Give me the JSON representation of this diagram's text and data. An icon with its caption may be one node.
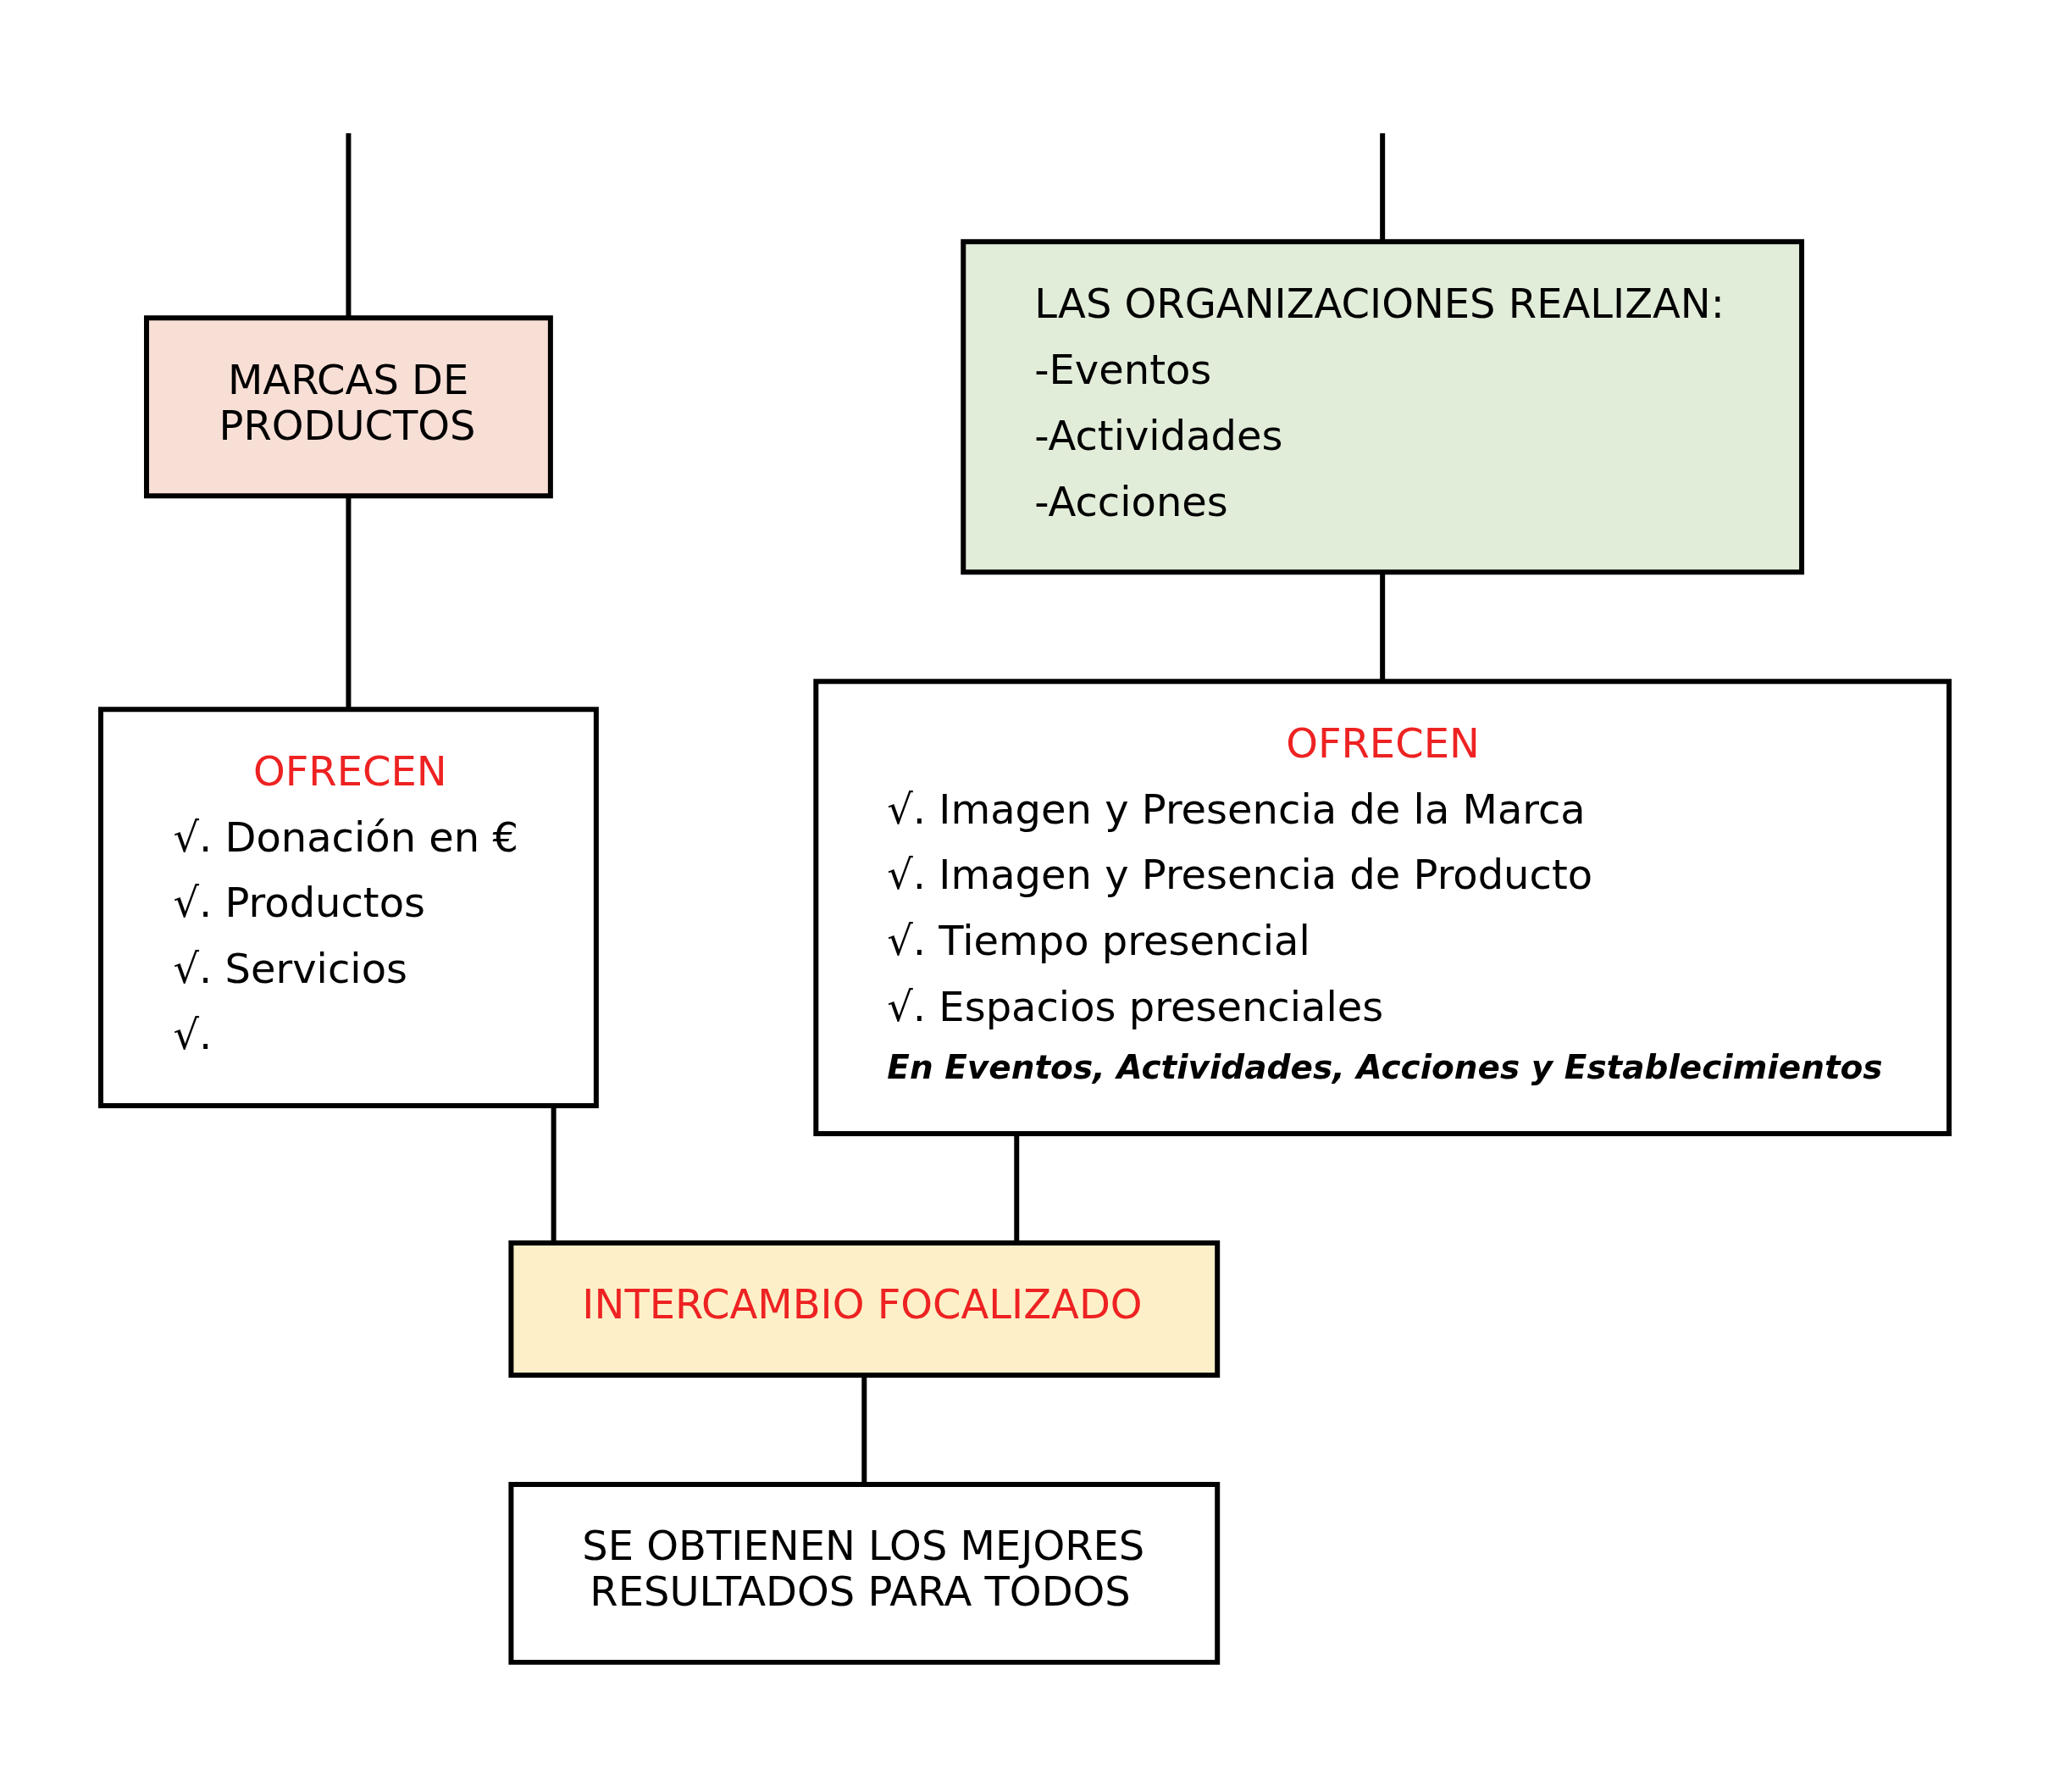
{
  "diagram": {
    "nodes": [
      {
        "text": [
          "LAS ORGANIZACIONES REALIZAN:",
          "-Eventos",
          "-Actividades",
          "-Acciones"
        ]
      },
      {
        "text": [
          "MARCAS DE PRODUCTOS"
        ]
      },
      {
        "text": [
          "OFRECEN",
          "√. Imagen y Presencia de la Marca",
          "√. Imagen y Presencia de Producto",
          "√. Tiempo presencial",
          "√. Espacios presenciales",
          "En Eventos, Actividades, Acciones y Establecimientos"
        ]
      },
      {
        "text": [
          "OFRECEN",
          "√. Donación en €",
          "√. Productos",
          "√. Servicios",
          "√."
        ]
      },
      {
        "text": [
          "INTERCAMBIO FOCALIZADO"
        ]
      },
      {
        "text": [
          "SE OBTIENEN LOS MEJORES RESULTADOS PARA TODOS"
        ]
      }
    ],
    "edges": [
      {
        "from": null,
        "to": 0,
        "arrow": "none"
      },
      {
        "from": null,
        "to": 1,
        "arrow": "none"
      },
      {
        "from": 0,
        "to": 2,
        "arrow": "none"
      },
      {
        "from": 1,
        "to": 3,
        "arrow": "none"
      },
      {
        "from": 2,
        "to": 4,
        "arrow": "none"
      },
      {
        "from": 3,
        "to": 4,
        "arrow": "none"
      },
      {
        "from": 4,
        "to": 5,
        "arrow": "none"
      }
    ]
  }
}
